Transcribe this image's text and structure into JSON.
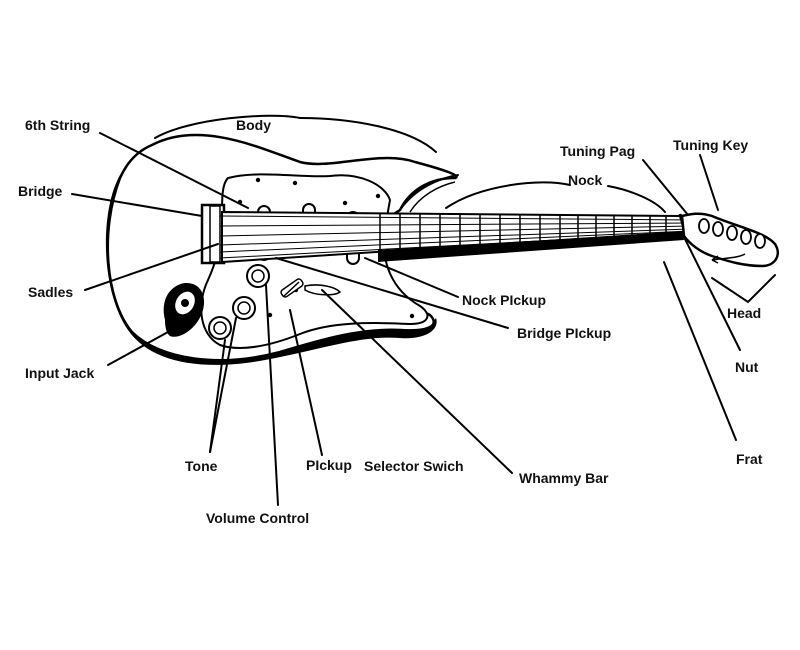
{
  "labels": {
    "sixth_string": "6th String",
    "body": "Body",
    "bridge": "Bridge",
    "sadles": "Sadles",
    "input_jack": "Input Jack",
    "tone": "Tone",
    "volume_control": "Volume Control",
    "pickup": "PIckup",
    "selector_switch": "Selector Swich",
    "whammy_bar": "Whammy Bar",
    "neck_pickup": "Nock PIckup",
    "bridge_pickup": "Bridge PIckup",
    "neck": "Nock",
    "tuning_peg": "Tuning Pag",
    "tuning_key": "Tuning Key",
    "head": "Head",
    "nut": "Nut",
    "fret": "Frat"
  },
  "colors": {
    "ink": "#000000",
    "background": "#ffffff"
  }
}
